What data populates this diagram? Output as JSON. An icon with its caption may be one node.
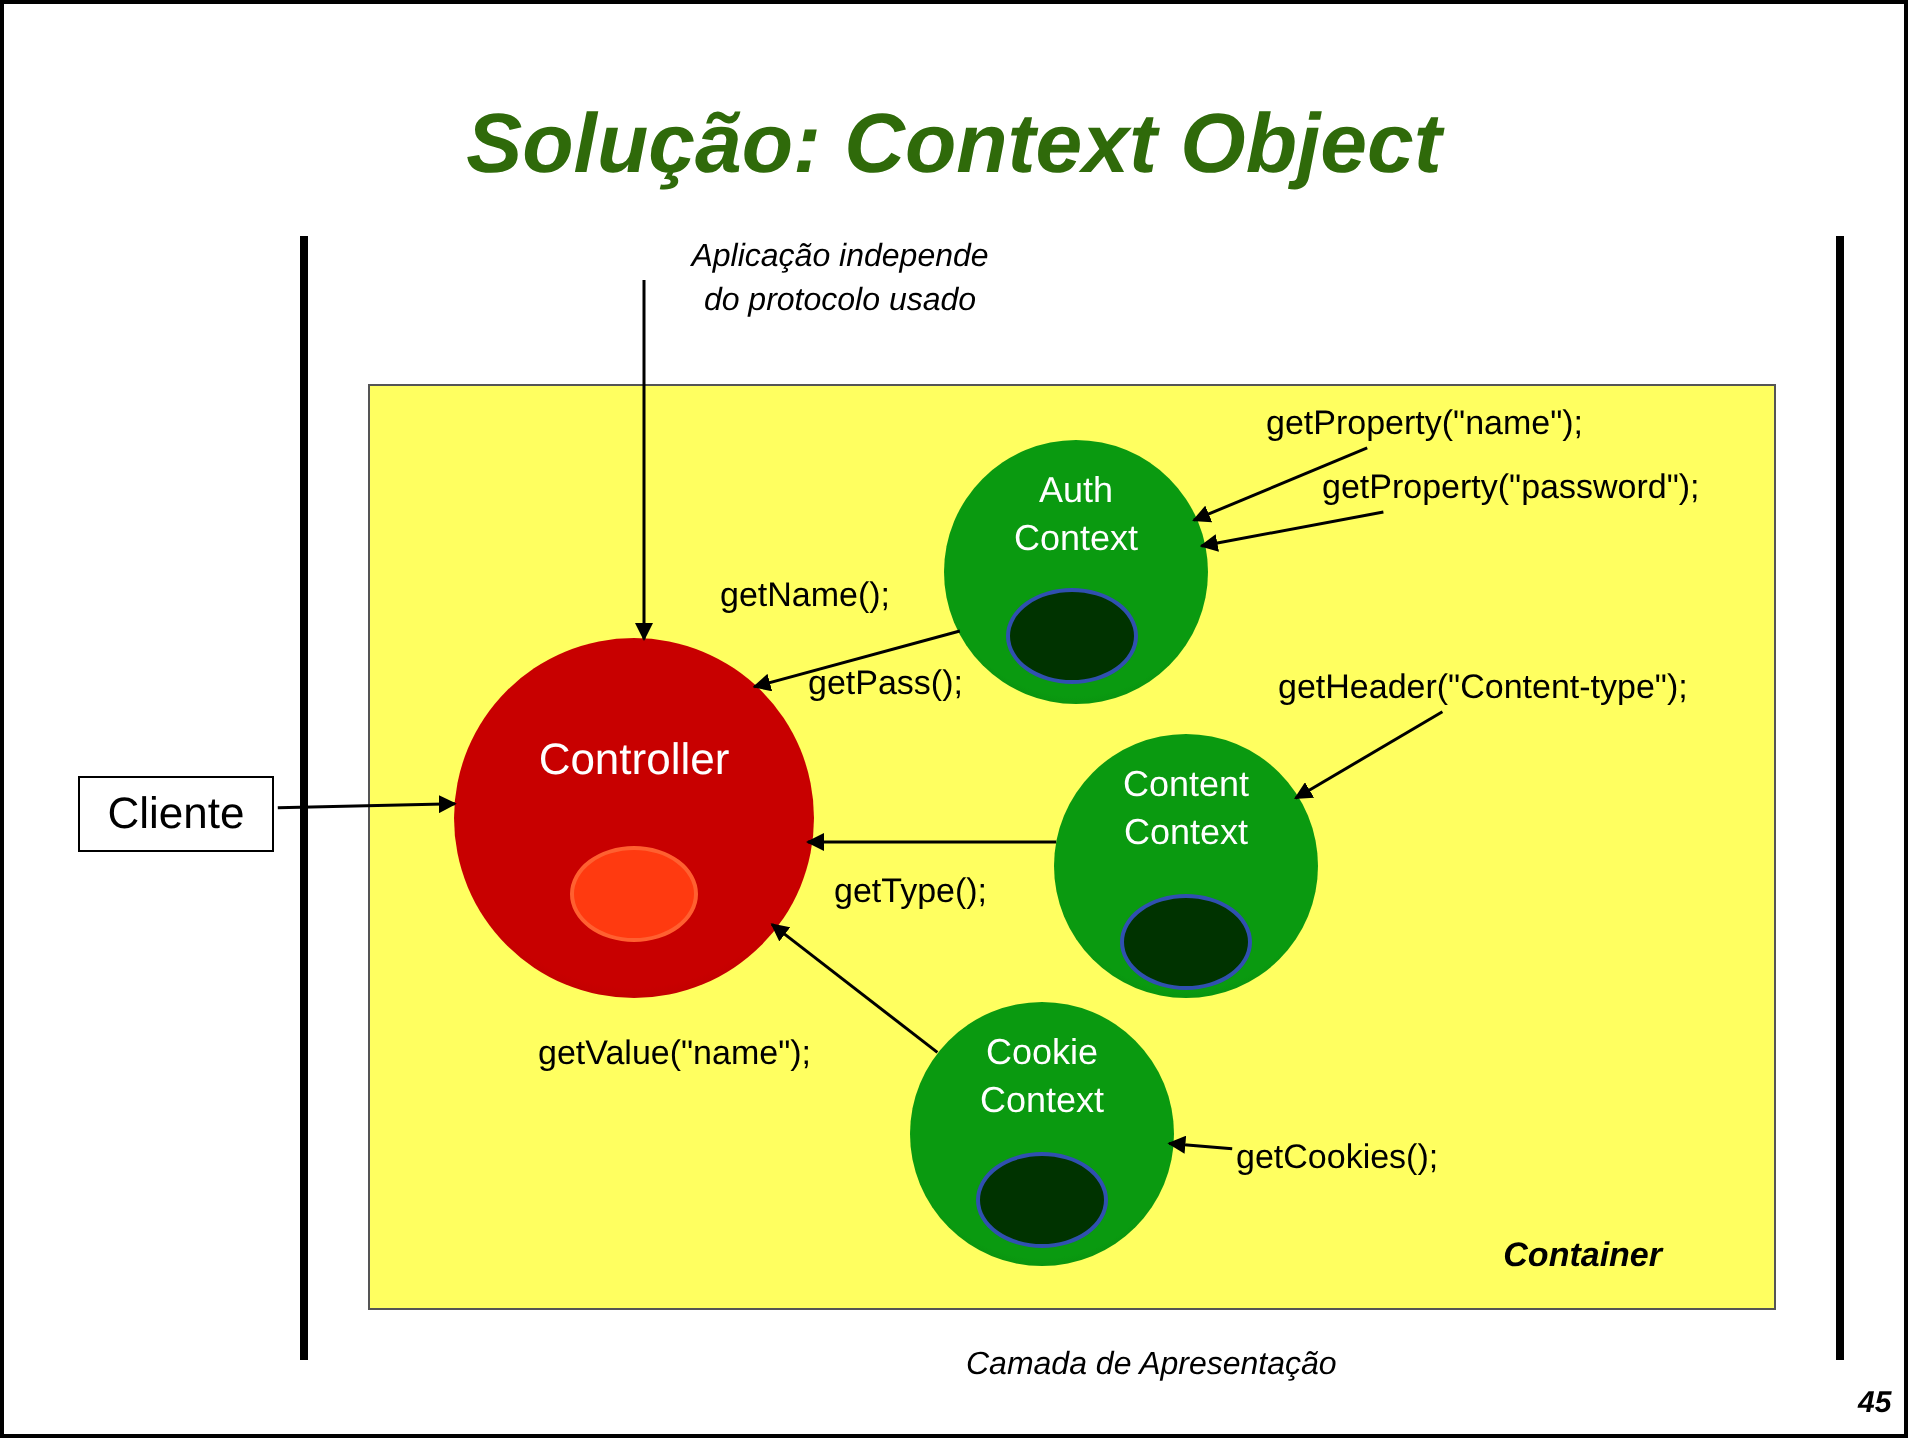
{
  "diagram": {
    "title": "Solução: Context Object",
    "nodes": [
      {
        "text": [
          "Aplicação independe do protocolo usado"
        ]
      },
      {
        "text": [
          "Container"
        ]
      },
      {
        "text": [
          "Controller"
        ],
        "in": 1
      },
      {
        "text": [
          "Auth Context"
        ],
        "in": 1
      },
      {
        "text": [
          "Content Context"
        ],
        "in": 1
      },
      {
        "text": [
          "Cookie Context"
        ],
        "in": 1
      },
      {
        "text": [
          "Cliente"
        ]
      },
      {
        "text": [
          "getProperty(\"name\");"
        ],
        "in": 1
      },
      {
        "text": [
          "getProperty(\"password\");"
        ],
        "in": 1
      },
      {
        "text": [
          "getHeader(\"Content-type\");"
        ],
        "in": 1
      },
      {
        "text": [
          "getCookies();"
        ],
        "in": 1
      }
    ],
    "edges": [
      {
        "from": 0,
        "to": 2,
        "arrow": "to"
      },
      {
        "from": 6,
        "to": 2,
        "arrow": "to"
      },
      {
        "from": 3,
        "to": 2,
        "arrow": "to",
        "label": "getName();"
      },
      {
        "from": 4,
        "to": 2,
        "arrow": "to",
        "label": "getType();"
      },
      {
        "from": 5,
        "to": 2,
        "arrow": "to",
        "label": "getValue(\"name\");"
      },
      {
        "from": 7,
        "to": 3,
        "arrow": "to"
      },
      {
        "from": 8,
        "to": 3,
        "arrow": "to"
      },
      {
        "from": 9,
        "to": 4,
        "arrow": "to"
      },
      {
        "from": 10,
        "to": 5,
        "arrow": "to"
      }
    ],
    "labels": [
      "getPass();",
      "Camada de Apresentação",
      "45"
    ]
  }
}
